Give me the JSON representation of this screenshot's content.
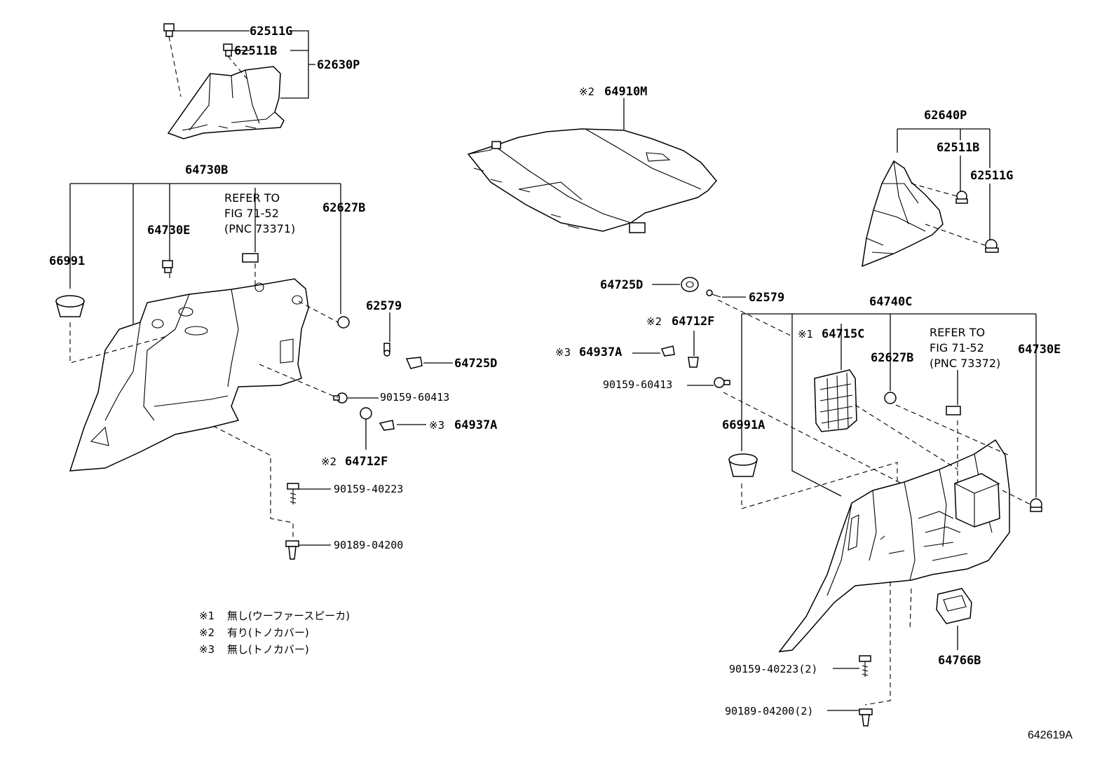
{
  "labels": {
    "p62511g_top": "62511G",
    "p62511b_top": "62511B",
    "p62630p": "62630P",
    "p64910m": "64910M",
    "p62640p": "62640P",
    "p62511b_right": "62511B",
    "p62511g_right": "62511G",
    "p64730b": "64730B",
    "p64730e_left": "64730E",
    "p62627b_left": "62627B",
    "p66991": "66991",
    "p62579_left": "62579",
    "p64725d_left": "64725D",
    "p90159_60413_left": "90159-60413",
    "p64937a_left": "64937A",
    "p64712f_left": "64712F",
    "p90159_40223_left": "90159-40223",
    "p90189_04200_left": "90189-04200",
    "p64725d_right": "64725D",
    "p62579_right": "62579",
    "p64712f_right": "64712F",
    "p64937a_right": "64937A",
    "p90159_60413_right": "90159-60413",
    "p64740c": "64740C",
    "p64715c": "64715C",
    "p62627b_right": "62627B",
    "p64730e_right": "64730E",
    "p66991a": "66991A",
    "p64766b": "64766B",
    "p90159_40223_right": "90159-40223(2)",
    "p90189_04200_right": "90189-04200(2)"
  },
  "marks": {
    "m1": "※1",
    "m2": "※2",
    "m3": "※3"
  },
  "refer_left": {
    "line1": "REFER TO",
    "line2": "FIG 71-52",
    "line3": "(PNC 73371)"
  },
  "refer_right": {
    "line1": "REFER TO",
    "line2": "FIG 71-52",
    "line3": "(PNC 73372)"
  },
  "notes": [
    {
      "mark": "※1",
      "text": "無し(ウーファースピーカ)"
    },
    {
      "mark": "※2",
      "text": "有り(トノカバー)"
    },
    {
      "mark": "※3",
      "text": "無し(トノカバー)"
    }
  ],
  "diagram_id": "642619A"
}
